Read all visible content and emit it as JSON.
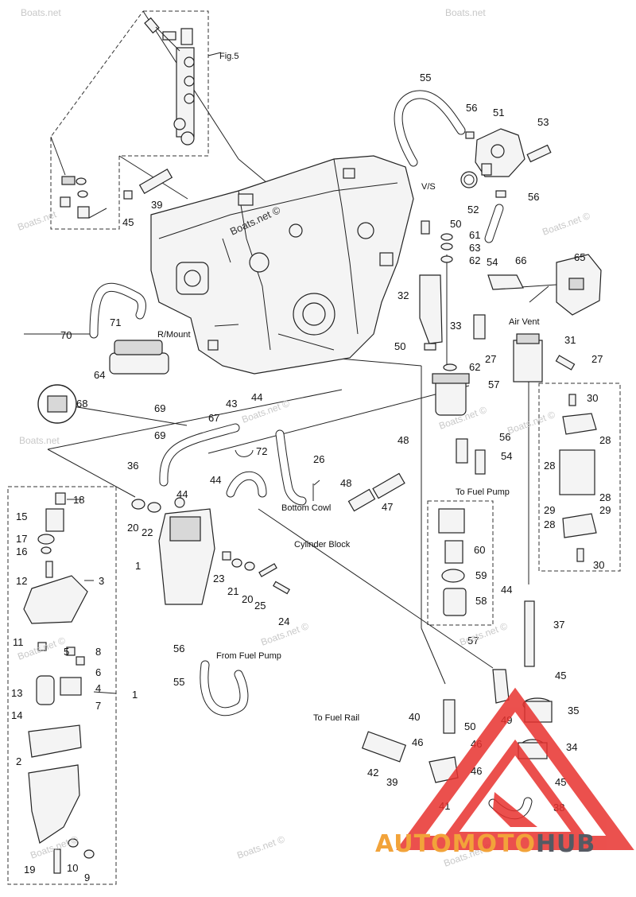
{
  "watermarks": {
    "site": "Boats.net",
    "site_copy": "Boats.net ©"
  },
  "brand": {
    "part1": "AUTO",
    "part2": "MOTO",
    "part3": "HUB"
  },
  "labels": {
    "fig5": "Fig.5",
    "vs": "V/S",
    "r_mount": "R/Mount",
    "air_vent": "Air Vent",
    "to_fuel_pump": "To Fuel Pump",
    "bottom_cowl": "Bottom Cowl",
    "cylinder_block": "Cylinder Block",
    "from_fuel_pump": "From Fuel Pump",
    "to_fuel_rail": "To Fuel Rail"
  },
  "callouts": {
    "c1a": "1",
    "c1b": "1",
    "c2": "2",
    "c3": "3",
    "c4": "4",
    "c5": "5",
    "c6": "6",
    "c7": "7",
    "c8": "8",
    "c9": "9",
    "c10": "10",
    "c11": "11",
    "c12": "12",
    "c13": "13",
    "c14": "14",
    "c15": "15",
    "c16": "16",
    "c17": "17",
    "c18": "18",
    "c19": "19",
    "c20a": "20",
    "c20b": "20",
    "c21": "21",
    "c22": "22",
    "c23": "23",
    "c24": "24",
    "c25": "25",
    "c26": "26",
    "c27a": "27",
    "c27b": "27",
    "c28a": "28",
    "c28b": "28",
    "c28c": "28",
    "c28d": "28",
    "c29a": "29",
    "c29b": "29",
    "c30a": "30",
    "c30b": "30",
    "c31": "31",
    "c32": "32",
    "c33": "33",
    "c34": "34",
    "c35": "35",
    "c36": "36",
    "c37": "37",
    "c38": "38",
    "c39a": "39",
    "c39b": "39",
    "c40": "40",
    "c41": "41",
    "c42": "42",
    "c43": "43",
    "c44a": "44",
    "c44b": "44",
    "c44c": "44",
    "c44d": "44",
    "c45a": "45",
    "c45b": "45",
    "c45c": "45",
    "c46a": "46",
    "c46b": "46",
    "c46c": "46",
    "c47": "47",
    "c48a": "48",
    "c48b": "48",
    "c49": "49",
    "c50a": "50",
    "c50b": "50",
    "c50c": "50",
    "c51": "51",
    "c52": "52",
    "c53": "53",
    "c54a": "54",
    "c54b": "54",
    "c55a": "55",
    "c55b": "55",
    "c56a": "56",
    "c56b": "56",
    "c56c": "56",
    "c56d": "56",
    "c57a": "57",
    "c57b": "57",
    "c58": "58",
    "c59": "59",
    "c60": "60",
    "c61": "61",
    "c62a": "62",
    "c62b": "62",
    "c63": "63",
    "c64": "64",
    "c65": "65",
    "c66": "66",
    "c67": "67",
    "c68": "68",
    "c69a": "69",
    "c69b": "69",
    "c70": "70",
    "c71": "71",
    "c72": "72"
  },
  "colors": {
    "logo_red": "#e8322f",
    "logo_orange": "#f2a33a",
    "logo_gray": "#555a63",
    "line": "#222222"
  }
}
